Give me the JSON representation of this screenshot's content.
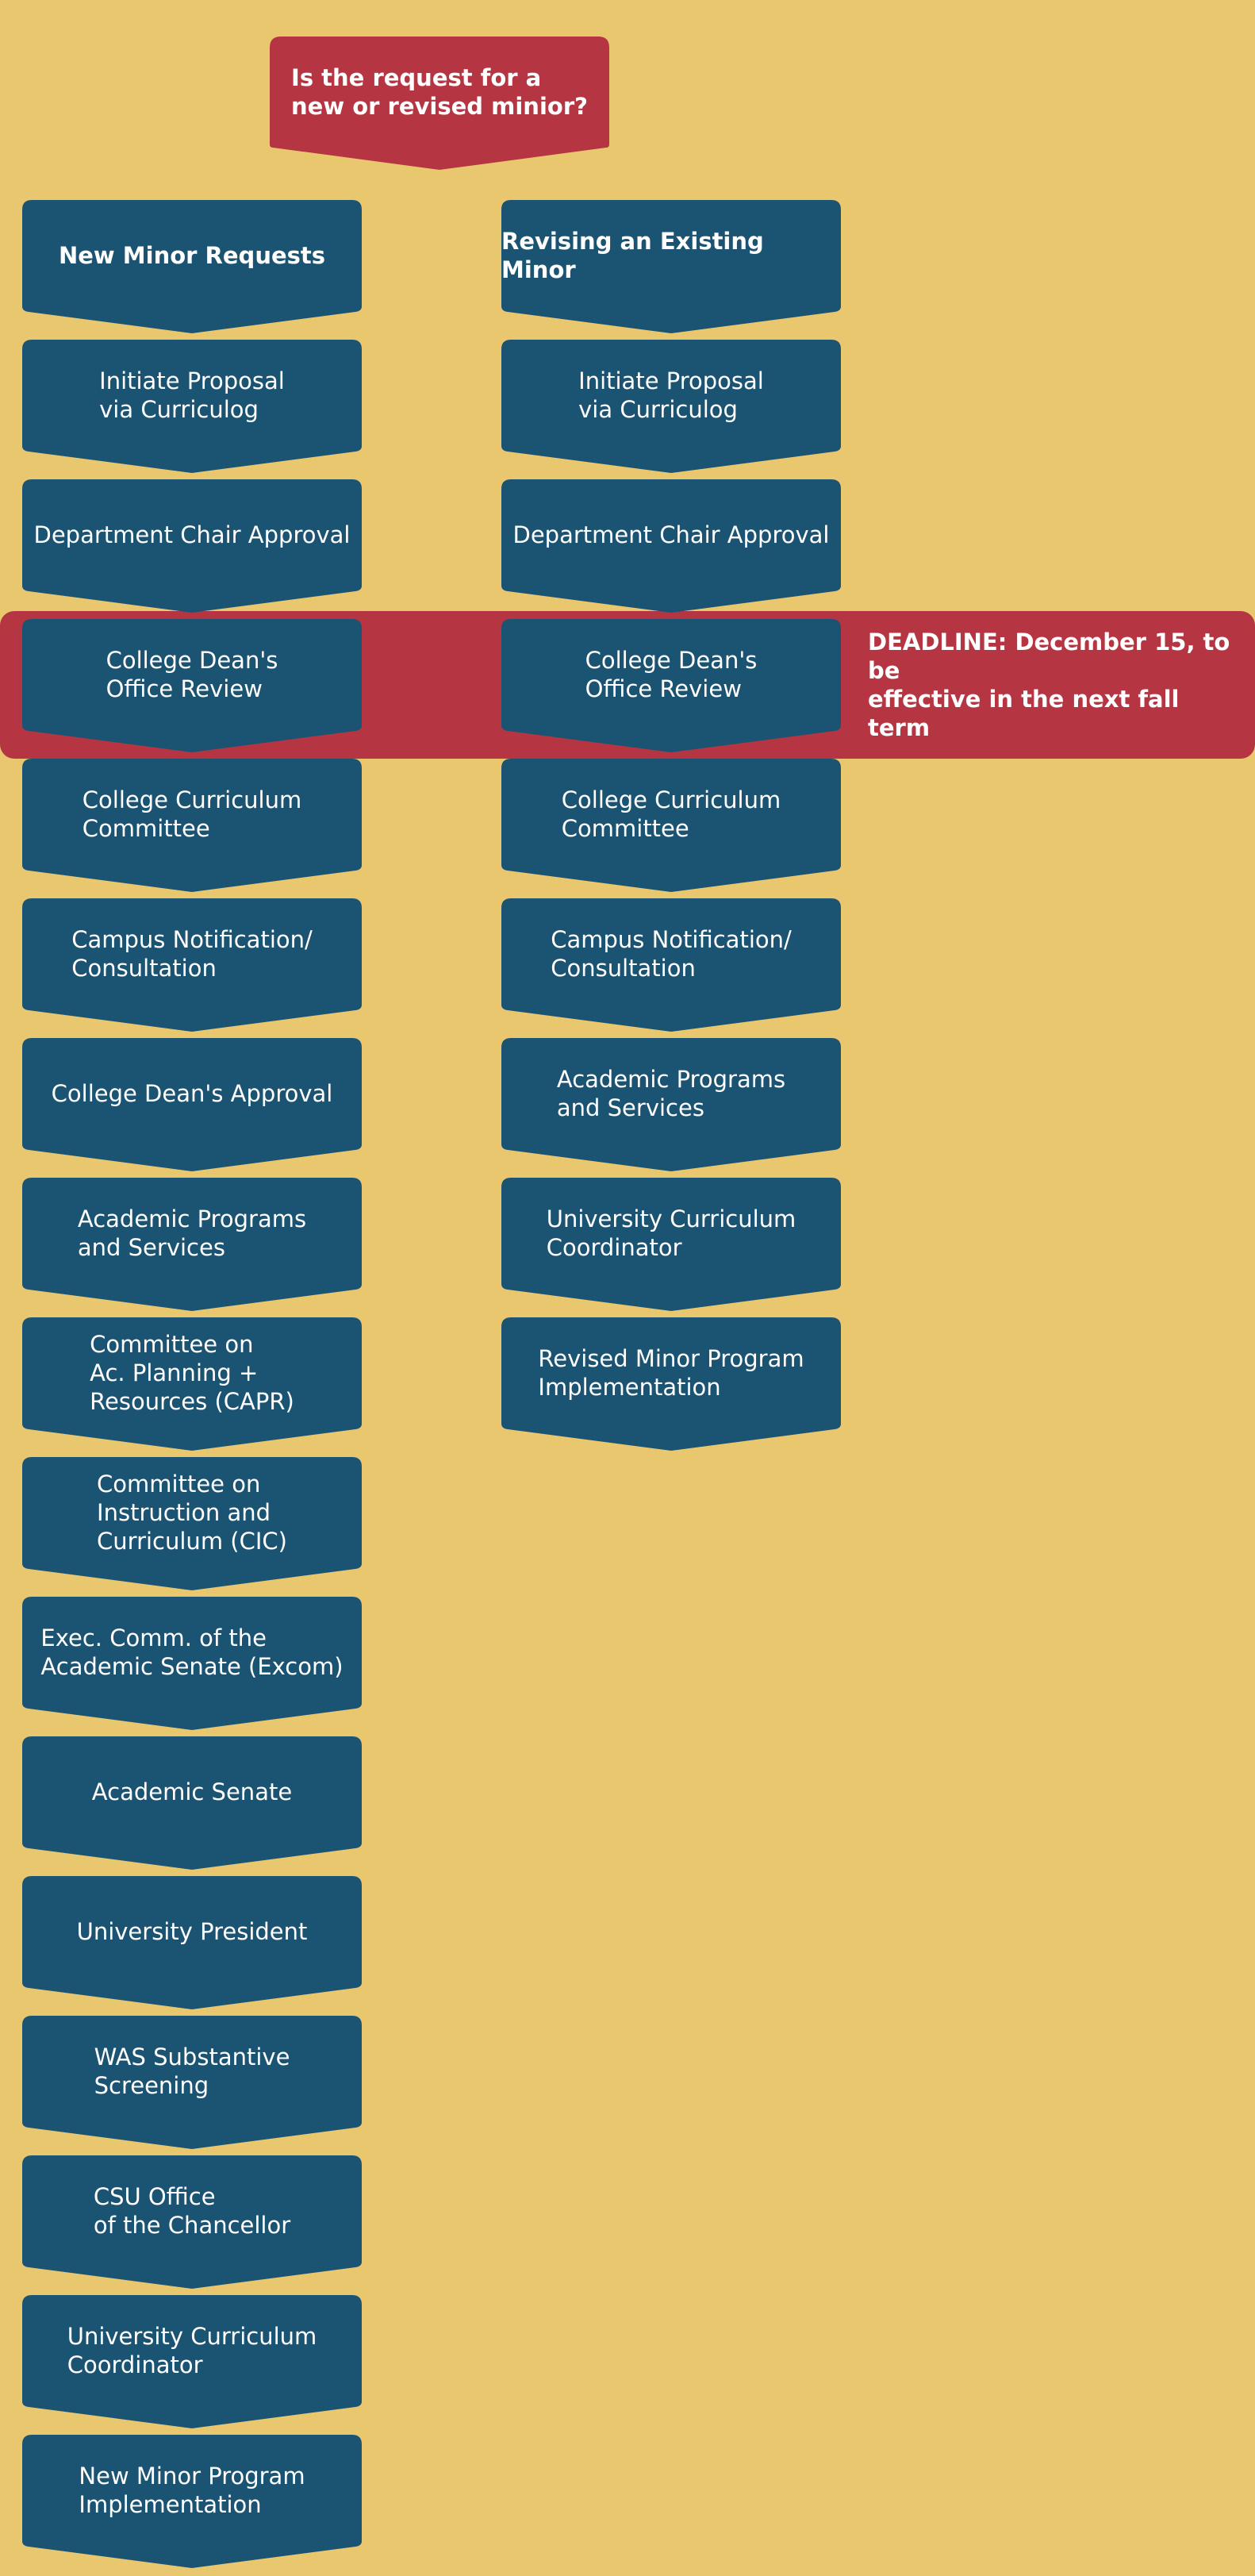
{
  "colors": {
    "background": "#e8c76f",
    "step_fill": "#1b5372",
    "accent_red": "#b53642",
    "text": "#ffffff"
  },
  "question": {
    "text": "Is the request for a\nnew or revised minior?"
  },
  "deadline": {
    "text": "DEADLINE: December 15, to be\neffective in the next fall term"
  },
  "new_minor": {
    "header": "New Minor Requests",
    "steps": [
      "Initiate Proposal\nvia Curriculog",
      "Department Chair Approval",
      "College Dean's\nOffice Review",
      "College Curriculum\nCommittee",
      "Campus Notification/\nConsultation",
      "College Dean's Approval",
      "Academic Programs\nand Services",
      "Committee on\nAc. Planning +\nResources (CAPR)",
      "Committee on\nInstruction and\nCurriculum (CIC)",
      "Exec. Comm. of the\nAcademic Senate (Excom)",
      "Academic Senate",
      "University President",
      "WAS Substantive\nScreening",
      "CSU Office\nof the Chancellor",
      "University Curriculum\nCoordinator",
      "New Minor Program\nImplementation"
    ]
  },
  "revised_minor": {
    "header": "Revising an Existing Minor",
    "steps": [
      "Initiate Proposal\nvia Curriculog",
      "Department Chair Approval",
      "College Dean's\nOffice Review",
      "College Curriculum\nCommittee",
      "Campus Notification/\nConsultation",
      "Academic Programs\nand Services",
      "University Curriculum\nCoordinator",
      "Revised Minor Program\nImplementation"
    ]
  }
}
